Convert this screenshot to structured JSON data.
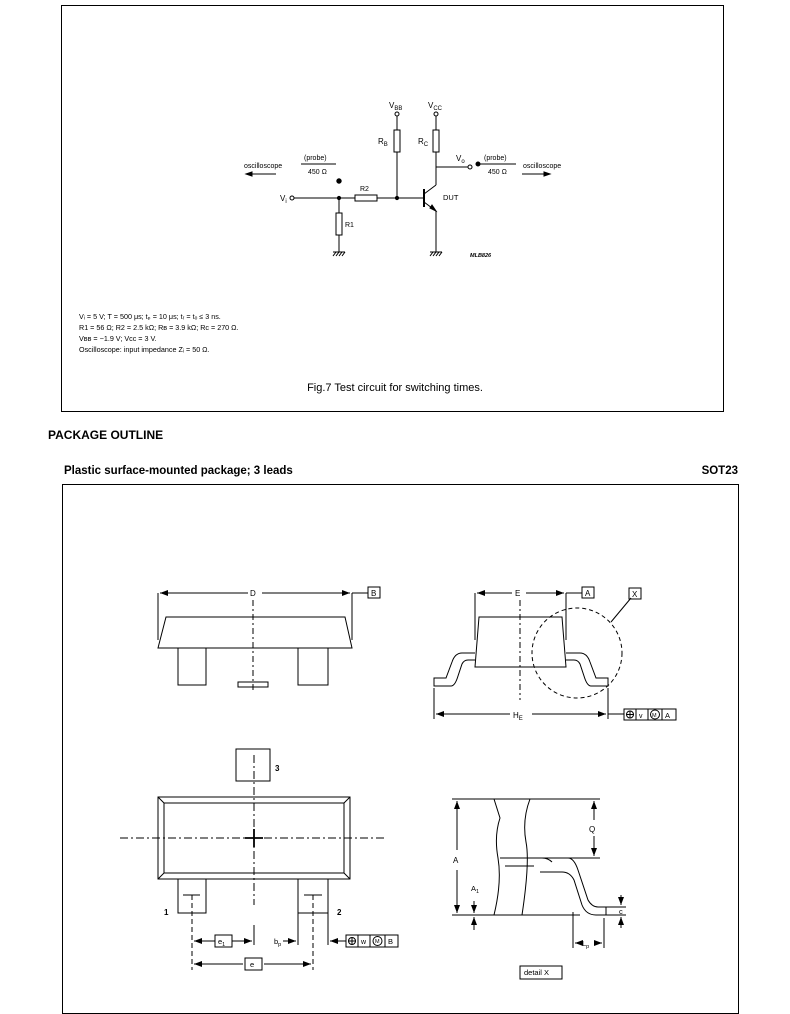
{
  "figure": {
    "labels": {
      "vbb": "V",
      "vbb_sub": "BB",
      "vcc": "V",
      "vcc_sub": "CC",
      "rb": "R",
      "rb_sub": "B",
      "rc": "R",
      "rc_sub": "C",
      "vo": "V",
      "vo_sub": "o",
      "vi": "V",
      "vi_sub": "i",
      "r1": "R1",
      "r2": "R2",
      "dut": "DUT",
      "osc_left": "oscilloscope",
      "osc_right": "oscilloscope",
      "probe_left": "(probe)",
      "probe_left_imp": "450 Ω",
      "probe_right": "(probe)",
      "probe_right_imp": "450 Ω",
      "ref": "MLB826"
    },
    "notes": [
      "Vᵢ = 5 V; T = 500 μs; tₚ = 10 μs; tᵣ = tₒ ≤ 3 ns.",
      "R1 = 56 Ω; R2 = 2.5 kΩ; Rʙ = 3.9 kΩ; Rᴄ = 270 Ω.",
      "Vʙʙ = −1.9 V; Vᴄᴄ = 3 V.",
      "Oscilloscope: input impedance Zᵢ = 50 Ω."
    ],
    "caption": "Fig.7  Test circuit for switching times."
  },
  "package": {
    "heading": "PACKAGE OUTLINE",
    "title": "Plastic surface-mounted package; 3 leads",
    "code": "SOT23",
    "labels": {
      "D": "D",
      "B": "B",
      "E": "E",
      "A_box": "A",
      "X": "X",
      "HE": "H",
      "HE_sub": "E",
      "tol_v": "v",
      "tol_m": "M",
      "tol_a": "A",
      "pin3": "3",
      "pin1": "1",
      "pin2": "2",
      "e1": "e",
      "e1_sub": "1",
      "bp": "b",
      "bp_sub": "p",
      "e": "e",
      "tol_w": "w",
      "tol_m2": "M",
      "tol_b": "B",
      "Q": "Q",
      "A": "A",
      "A1": "A",
      "A1_sub": "1",
      "c": "c",
      "Lp": "L",
      "Lp_sub": "p",
      "detail": "detail X"
    }
  }
}
